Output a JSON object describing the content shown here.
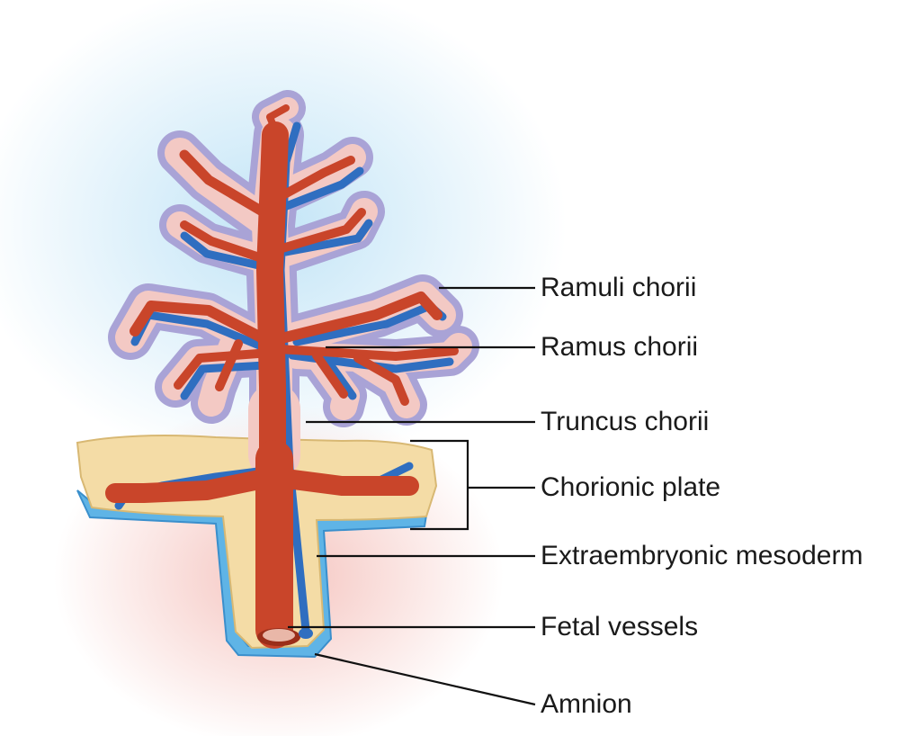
{
  "diagram": {
    "labels": {
      "ramuli_chorii": "Ramuli chorii",
      "ramus_chorii": "Ramus chorii",
      "truncus_chorii": "Truncus chorii",
      "chorionic_plate": "Chorionic plate",
      "extraembryonic_mesoderm": "Extraembryonic mesoderm",
      "fetal_vessels": "Fetal vessels",
      "amnion": "Amnion"
    },
    "colors": {
      "artery": "#c9452a",
      "artery_dark": "#9b2e1a",
      "vein": "#2f6ec0",
      "trophoblast": "#a9a3d6",
      "villus_core": "#f3c9c4",
      "mesoderm": "#f4dca6",
      "amnion": "#5fb4e6",
      "leader_line": "#111111"
    }
  }
}
